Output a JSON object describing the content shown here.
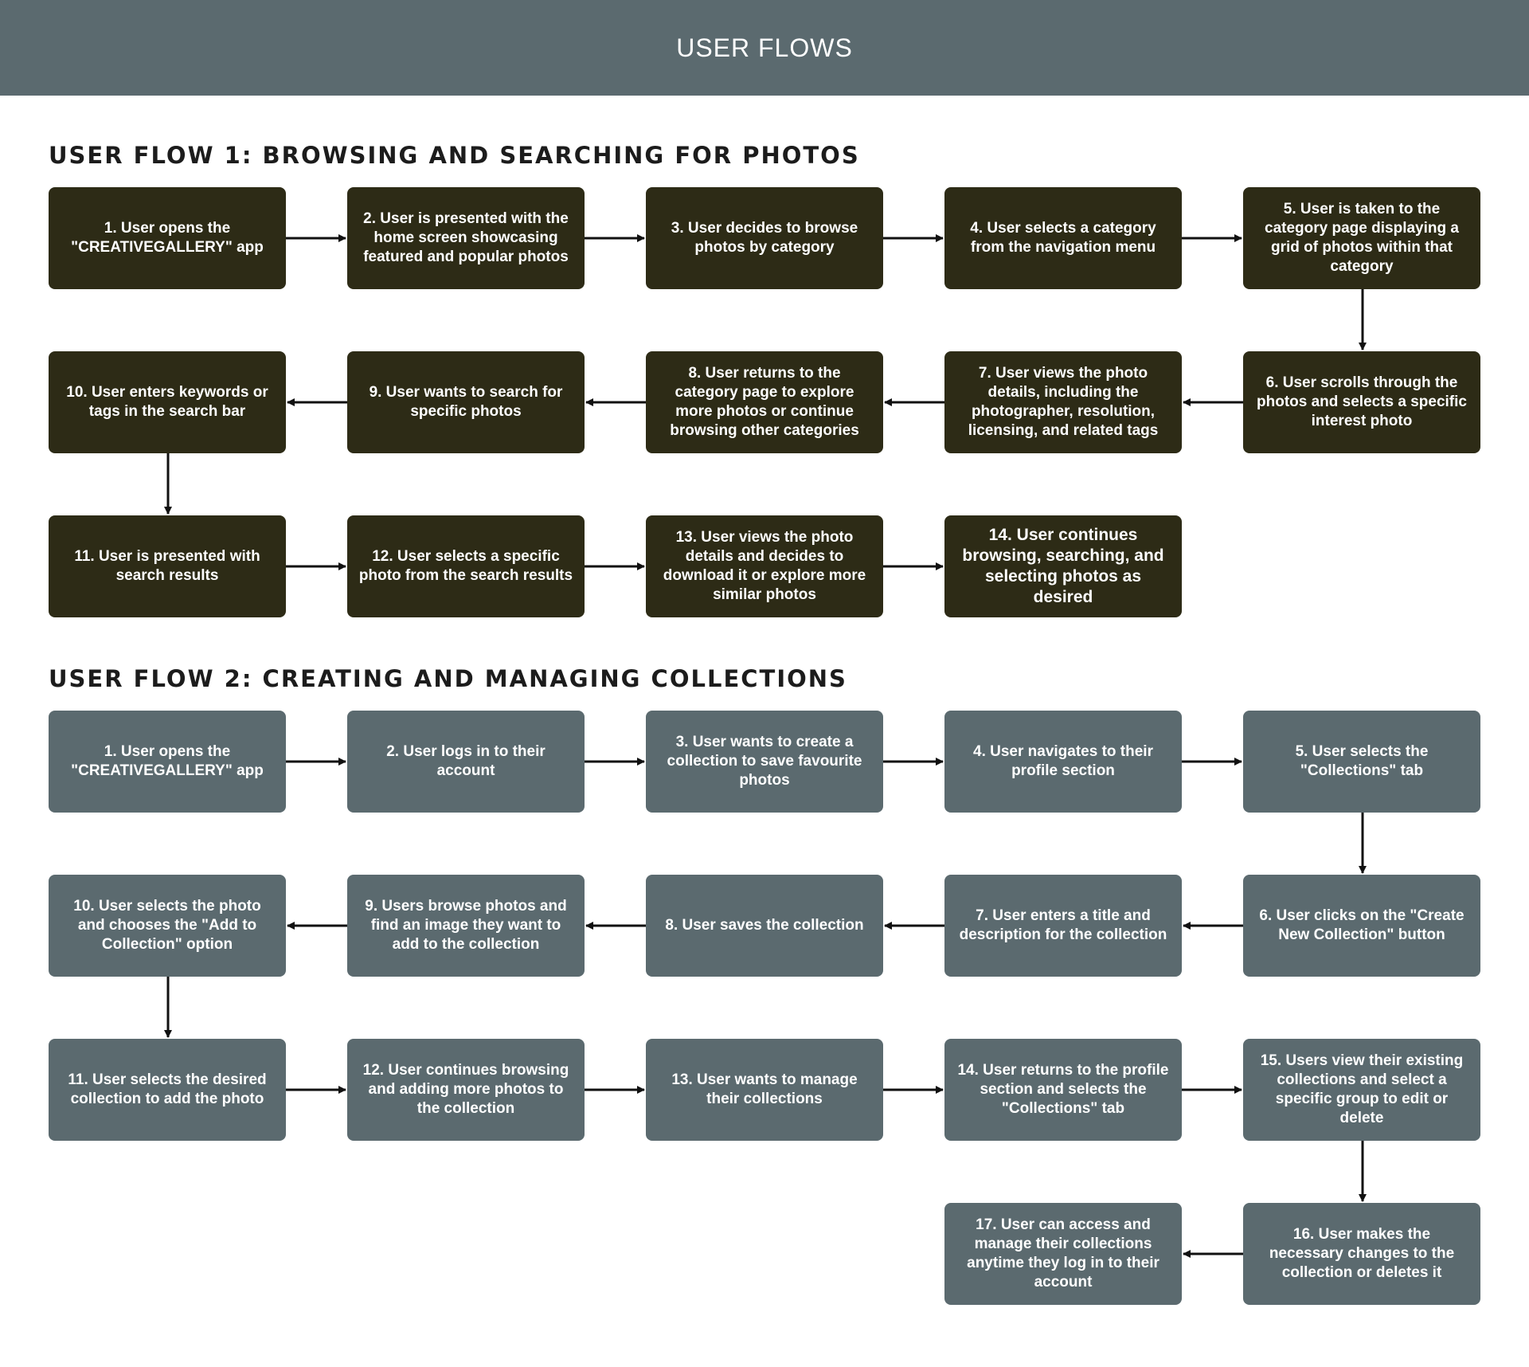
{
  "header": {
    "title": "USER FLOWS"
  },
  "flow1": {
    "title": "USER FLOW 1: BROWSING AND SEARCHING FOR PHOTOS",
    "steps": [
      "1. User opens the \"CREATIVEGALLERY\" app",
      "2.  User is presented with the home screen showcasing featured and popular photos",
      "3. User decides to browse photos by category",
      "4. User selects a category from the navigation menu",
      "5. User is taken to the category page displaying a grid of photos within that category",
      "6. User scrolls through the photos and selects a specific interest photo",
      "7. User views the photo details, including the photographer, resolution, licensing, and related tags",
      "8. User returns to the category page to explore more photos or continue browsing other categories",
      "9. User wants to search for specific photos",
      "10. User enters keywords or tags in the search bar",
      "11. User is presented with search results",
      "12. User selects a specific photo from the search results",
      "13. User views the photo details and decides to download it or explore more similar photos",
      "14. User continues browsing, searching, and selecting photos as desired"
    ]
  },
  "flow2": {
    "title": "USER FLOW 2: CREATING AND MANAGING COLLECTIONS",
    "steps": [
      "1. User opens the \"CREATIVEGALLERY\" app",
      "2. User logs in to their account",
      "3. User wants to create a collection to save favourite photos",
      "4. User navigates to their profile section",
      "5. User selects the \"Collections\" tab",
      "6. User clicks on the \"Create New Collection\" button",
      "7. User enters a title and description for the collection",
      "8. User saves the collection",
      "9. Users browse photos and find an image they want to add to the collection",
      "10. User selects the photo and chooses the \"Add to Collection\" option",
      "11. User selects the desired collection to add the photo",
      "12. User continues browsing and adding more photos to the collection",
      "13. User wants to manage their collections",
      "14. User returns to the profile section and selects the \"Collections\" tab",
      "15. Users view their existing collections and select a specific group to edit or delete",
      "16. User makes the necessary changes to the collection or deletes it",
      "17. User can access and manage their collections anytime they log in to their account"
    ]
  },
  "colors": {
    "header": "#5b6a6f",
    "flow1_box": "#2d2b16",
    "flow2_box": "#5b6a6f",
    "arrow": "#111111"
  }
}
